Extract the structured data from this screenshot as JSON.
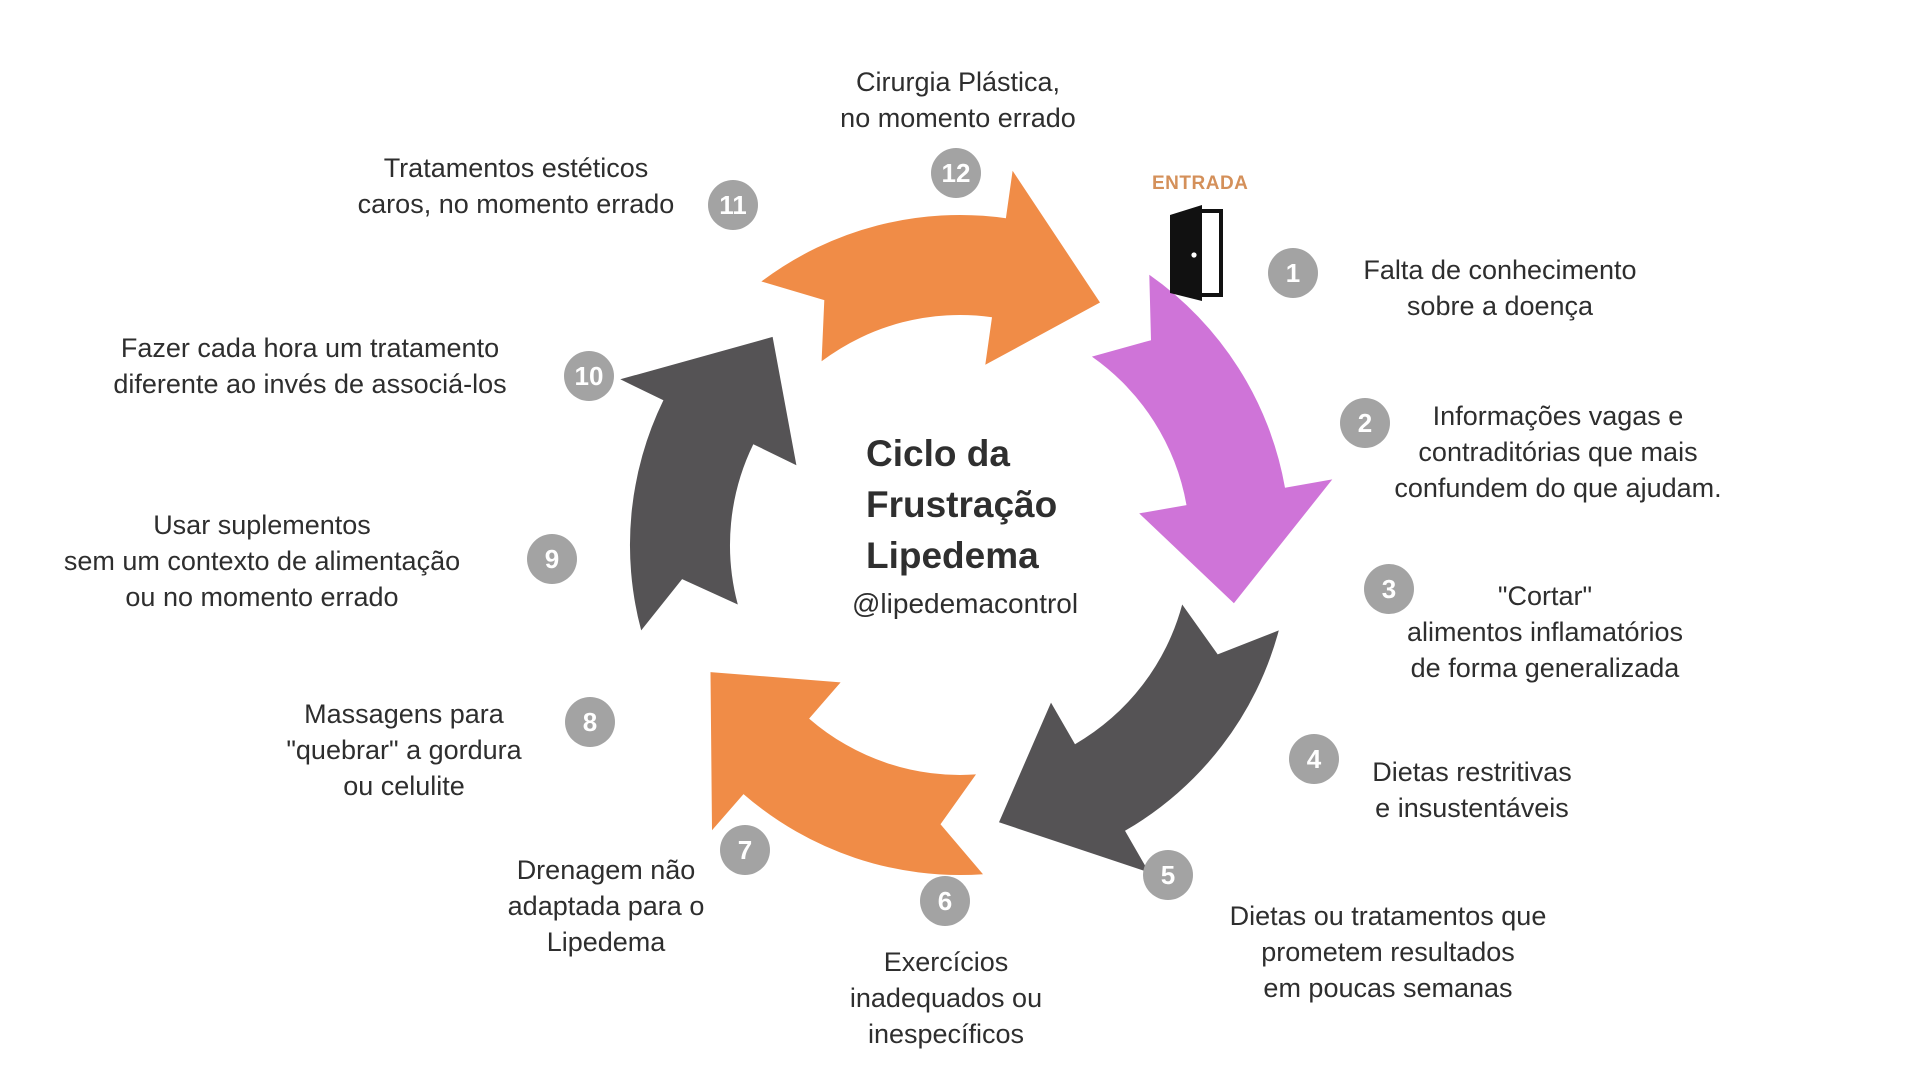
{
  "title": [
    "Ciclo da",
    "Frustração",
    "Lipedema"
  ],
  "handle": "@lipedemacontrol",
  "entrance": {
    "label": "ENTRADA",
    "icon": "door-icon",
    "color": "#d4905a"
  },
  "colors": {
    "orange": "#f08c47",
    "purple": "#cf74d8",
    "gray": "#555355",
    "badge": "#a3a3a3"
  },
  "steps": [
    {
      "number": "1",
      "lines": [
        "Falta de conhecimento",
        "sobre a doença"
      ]
    },
    {
      "number": "2",
      "lines": [
        "Informações vagas e",
        "contraditórias que mais",
        "confundem do que ajudam."
      ]
    },
    {
      "number": "3",
      "lines": [
        "\"Cortar\"",
        "alimentos inflamatórios",
        "de forma generalizada"
      ]
    },
    {
      "number": "4",
      "lines": [
        "Dietas restritivas",
        "e insustentáveis"
      ]
    },
    {
      "number": "5",
      "lines": [
        "Dietas ou tratamentos que",
        "prometem resultados",
        "em poucas semanas"
      ]
    },
    {
      "number": "6",
      "lines": [
        "Exercícios",
        "inadequados ou",
        "inespecíficos"
      ]
    },
    {
      "number": "7",
      "lines": [
        "Drenagem não",
        "adaptada para o",
        "Lipedema"
      ]
    },
    {
      "number": "8",
      "lines": [
        "Massagens para",
        "\"quebrar\" a gordura",
        "ou celulite"
      ]
    },
    {
      "number": "9",
      "lines": [
        "Usar suplementos",
        "sem um contexto de alimentação",
        "ou no momento errado"
      ]
    },
    {
      "number": "10",
      "lines": [
        "Fazer cada hora um tratamento",
        "diferente ao invés de associá-los"
      ]
    },
    {
      "number": "11",
      "lines": [
        "Tratamentos estéticos",
        "caros, no momento errado"
      ]
    },
    {
      "number": "12",
      "lines": [
        "Cirurgia Plástica,",
        "no momento errado"
      ]
    }
  ]
}
